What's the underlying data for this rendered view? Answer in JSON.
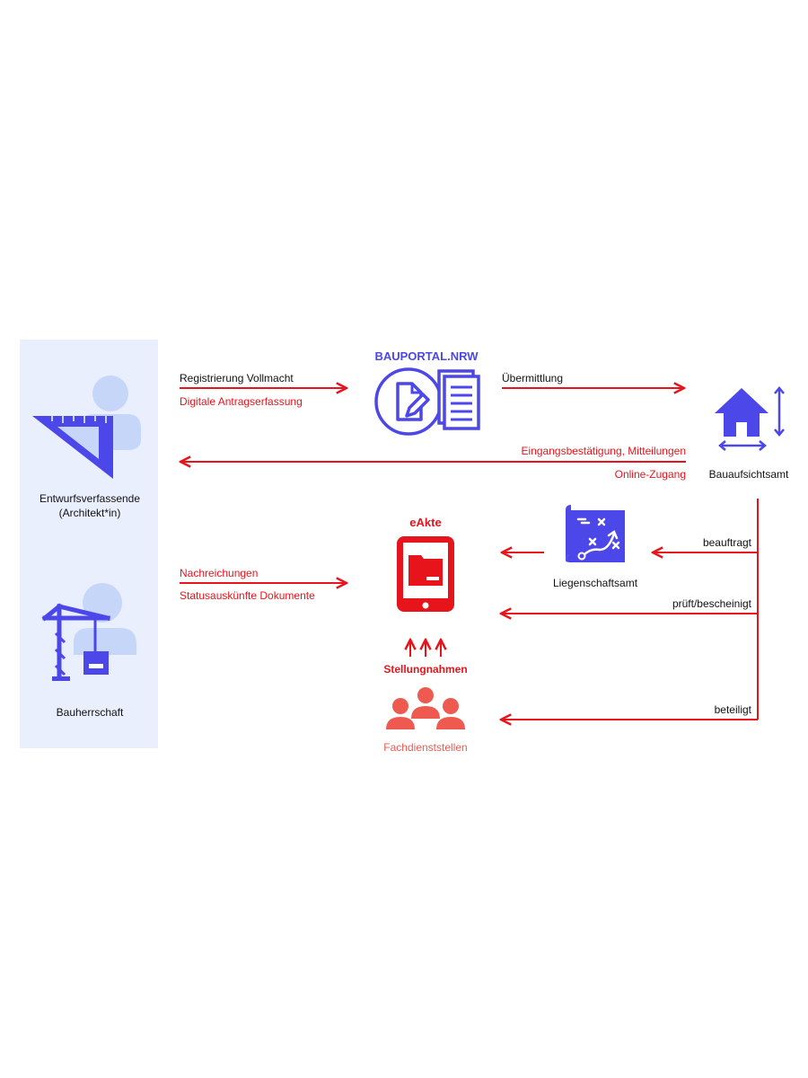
{
  "actors": {
    "designer": "Entwurfsverfassende",
    "designer_sub": "(Architekt*in)",
    "client": "Bauherrschaft",
    "authority": "Bauaufsichtsamt",
    "land_registry": "Liegenschaftsamt",
    "agencies": "Fachdienststellen"
  },
  "systems": {
    "portal": "BAUPORTAL.NRW",
    "eakte": "eAkte"
  },
  "flows": {
    "register": "Registrierung Vollmacht",
    "digital": "Digitale Antragserfassung",
    "transmit": "Übermittlung",
    "confirm": "Eingangsbestätigung, Mitteilungen",
    "online": "Online-Zugang",
    "nach": "Nachreichungen",
    "status": "Statusauskünfte Dokumente",
    "beauftragt": "beauftragt",
    "prueft": "prüft/bescheinigt",
    "beteiligt": "beteiligt",
    "stellung": "Stellungnahmen"
  },
  "colors": {
    "accent_blue": "#4b47e8",
    "accent_red": "#e8141c",
    "avatar_blue": "#c6d6f8",
    "panel_bg": "#e9effc",
    "coral": "#ee5a4f"
  },
  "icons": {
    "designer": "triangle-ruler-icon",
    "client": "crane-icon",
    "portal": "document-edit-icon",
    "authority": "house-dimensions-icon",
    "land_registry": "map-plan-icon",
    "eakte": "tablet-folder-icon",
    "agencies": "people-group-icon"
  }
}
